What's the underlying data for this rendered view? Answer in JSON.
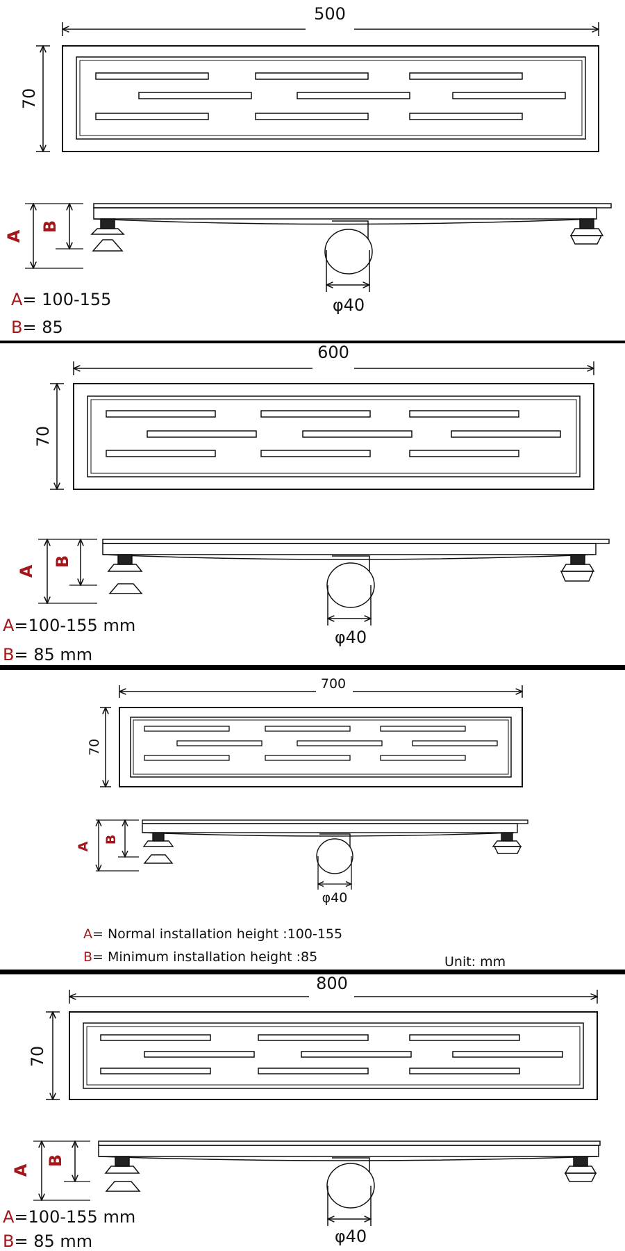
{
  "panels": [
    {
      "width": "500",
      "height": "70",
      "a": "A",
      "b": "B",
      "pipe": "φ40",
      "legend": [
        {
          "key": "A",
          "text": "= 100-155"
        },
        {
          "key": "B",
          "text": "= 85"
        }
      ]
    },
    {
      "width": "600",
      "height": "70",
      "a": "A",
      "b": "B",
      "pipe": "φ40",
      "legend": [
        {
          "key": "A",
          "text": "=100-155  mm"
        },
        {
          "key": "B",
          "text": "= 85    mm"
        }
      ]
    },
    {
      "width": "700",
      "height": "70",
      "a": "A",
      "b": "B",
      "pipe": "φ40",
      "legend": [
        {
          "key": "A",
          "text": "= Normal installation height :100-155"
        },
        {
          "key": "B",
          "text": "= Minimum installation height :85"
        }
      ],
      "unit": "Unit:  mm"
    },
    {
      "width": "800",
      "height": "70",
      "a": "A",
      "b": "B",
      "pipe": "φ40",
      "legend": [
        {
          "key": "A",
          "text": "=100-155  mm"
        },
        {
          "key": "B",
          "text": "= 85  mm"
        }
      ]
    }
  ],
  "colors": {
    "line": "#111111",
    "accent": "#a4161a",
    "separator": "#000000"
  }
}
